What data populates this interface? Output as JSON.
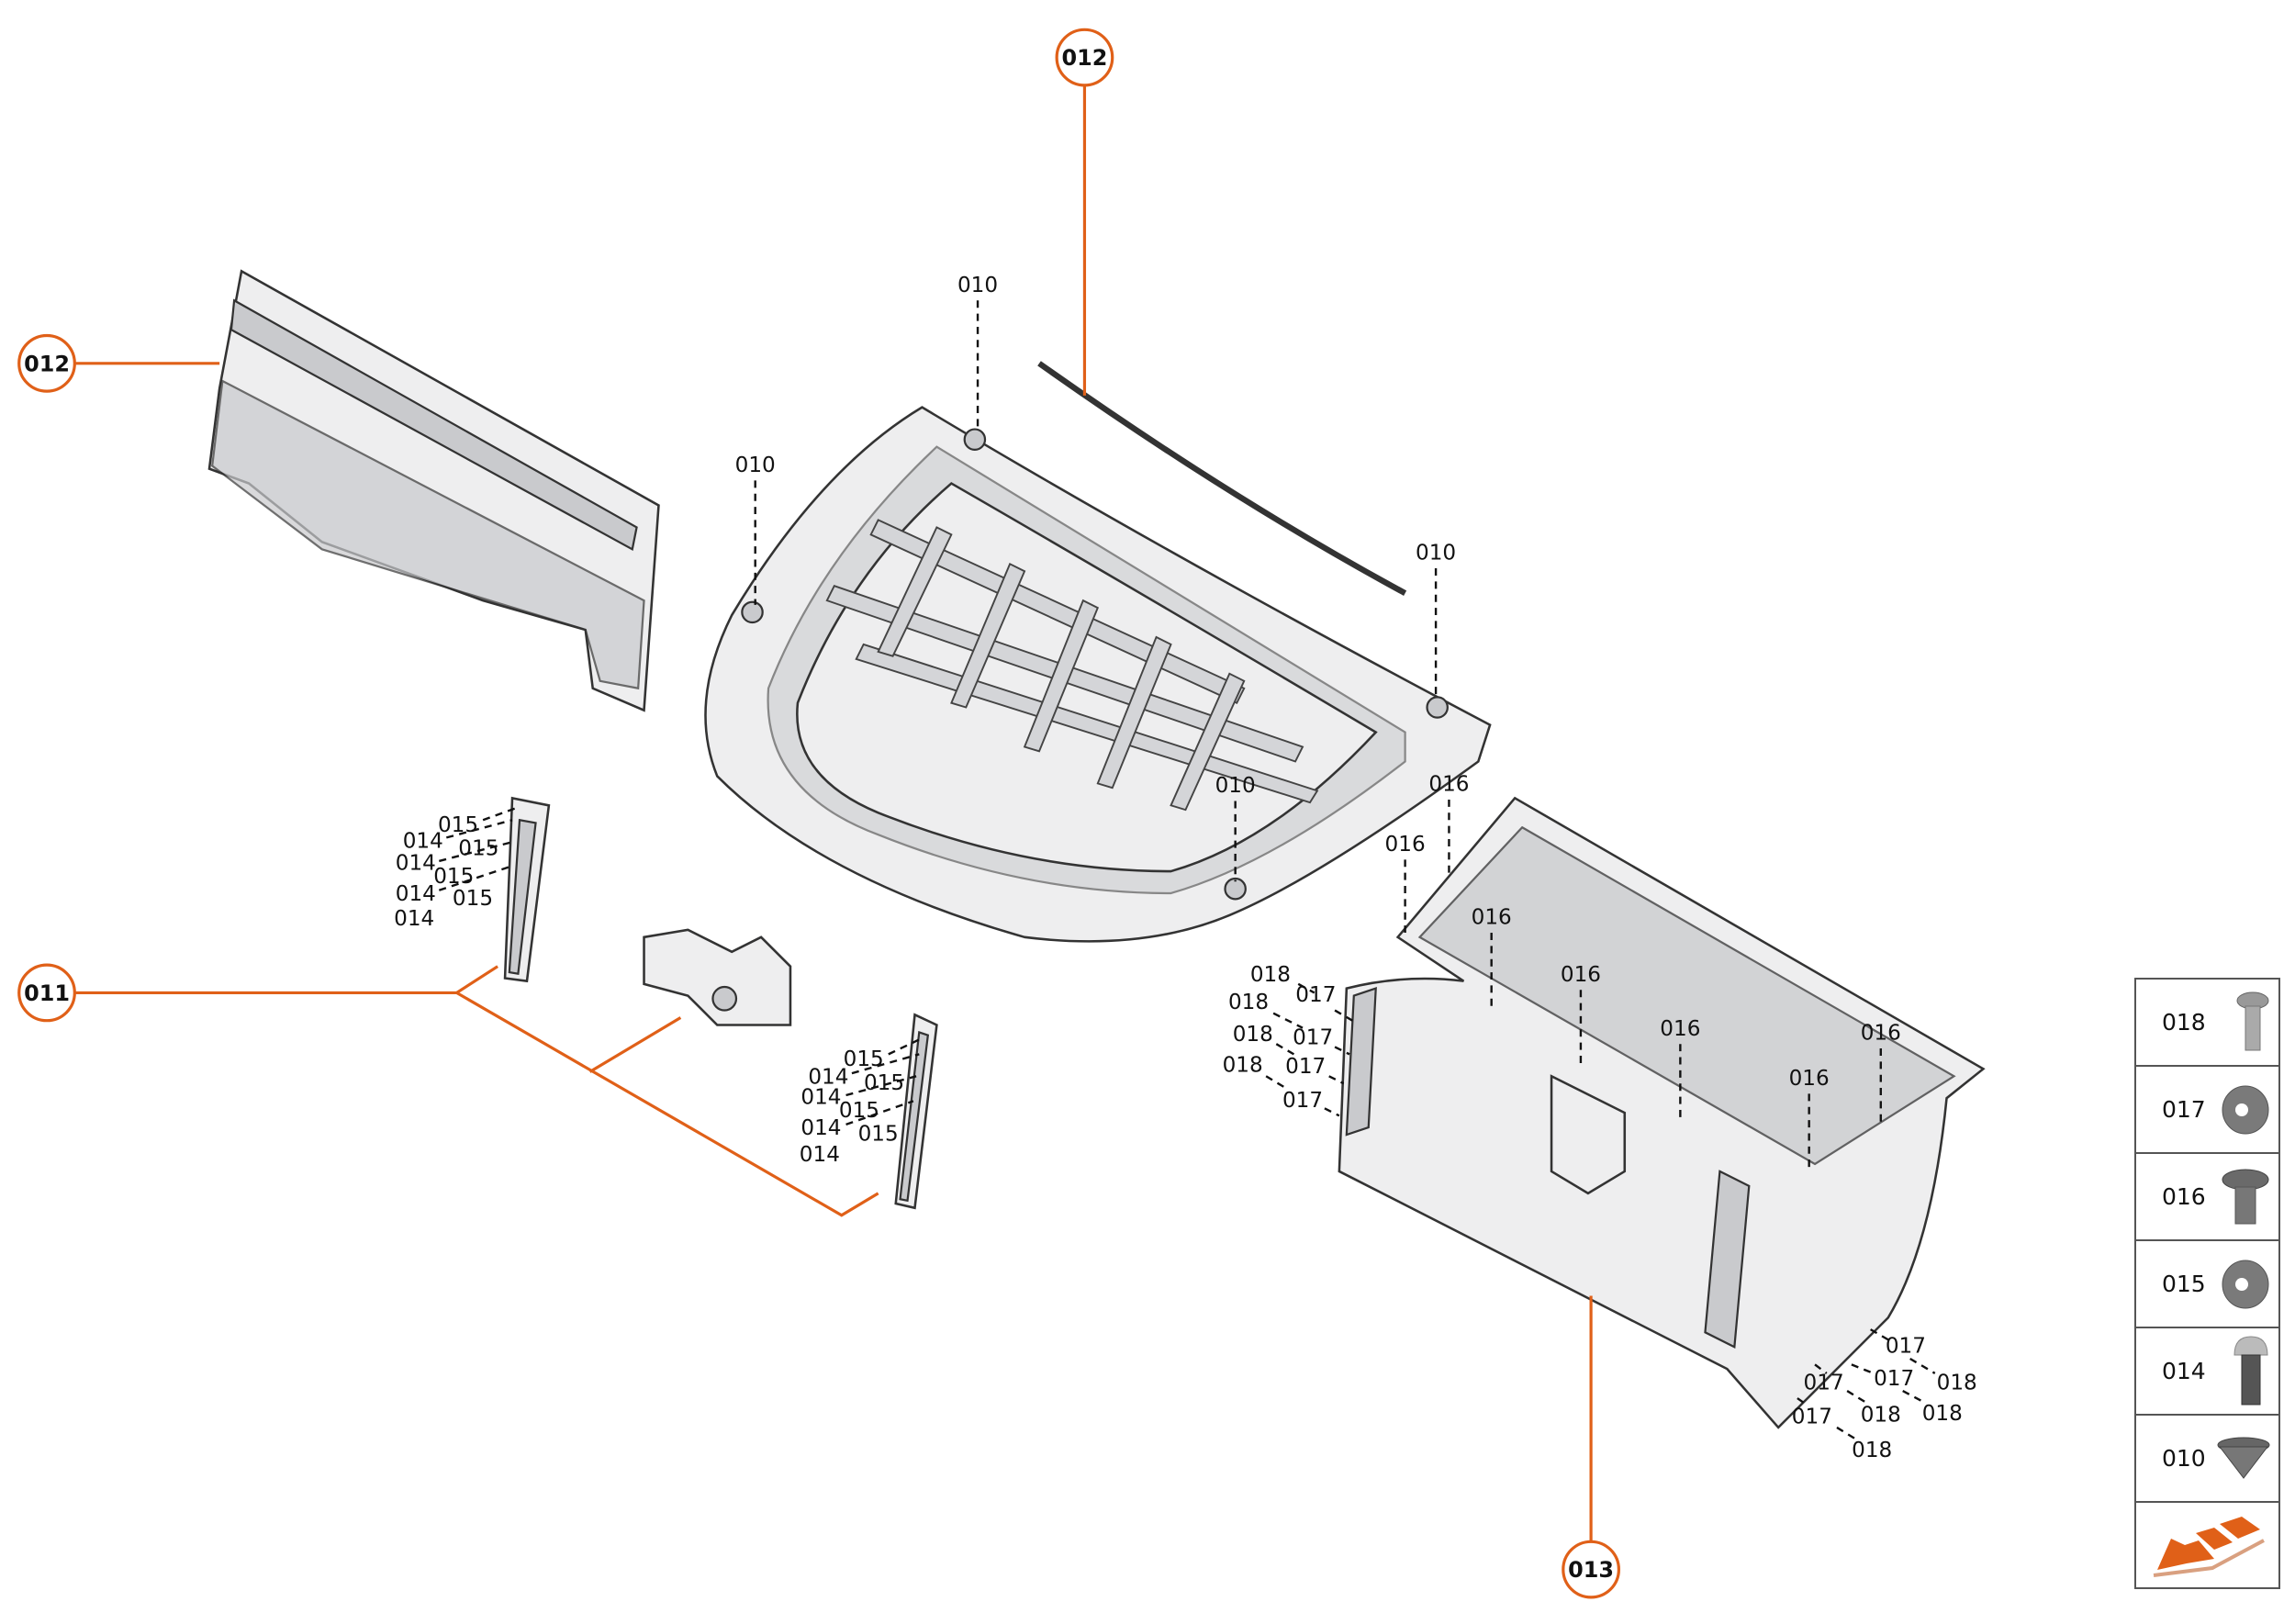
{
  "callouts": [
    {
      "id": "012"
    },
    {
      "id": "012"
    },
    {
      "id": "011"
    },
    {
      "id": "013"
    }
  ],
  "labels": {
    "clips_010": [
      "010",
      "010",
      "010",
      "010"
    ],
    "screws_016": [
      "016",
      "016",
      "016",
      "016",
      "016",
      "016",
      "016"
    ],
    "bracket_left": [
      "015",
      "014",
      "015",
      "014",
      "015",
      "014",
      "015",
      "014"
    ],
    "bracket_right": [
      "015",
      "014",
      "015",
      "014",
      "015",
      "014",
      "015",
      "014"
    ],
    "duct_side": [
      "018",
      "017",
      "018",
      "017",
      "018",
      "017",
      "018",
      "017"
    ],
    "duct_bottom": [
      "017",
      "018",
      "017",
      "017",
      "018",
      "018",
      "017",
      "018"
    ]
  },
  "legend": {
    "items": [
      {
        "id": "018",
        "icon": "flange-screw-icon"
      },
      {
        "id": "017",
        "icon": "washer-icon"
      },
      {
        "id": "016",
        "icon": "flange-screw-icon"
      },
      {
        "id": "015",
        "icon": "washer-icon"
      },
      {
        "id": "014",
        "icon": "button-head-bolt-icon"
      },
      {
        "id": "010",
        "icon": "conical-clip-icon"
      }
    ],
    "footer_icon": "direction-arrow-icon"
  },
  "colors": {
    "accent": "#e06018",
    "line": "#111111"
  }
}
